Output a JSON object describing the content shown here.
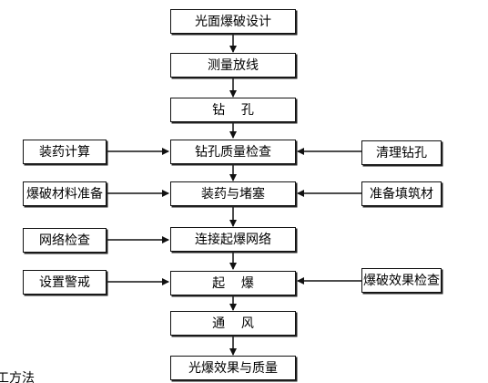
{
  "main_steps": [
    "光面爆破设计",
    "测量放线",
    "钻    孔",
    "钻孔质量检查",
    "装药与堵塞",
    "连接起爆网络",
    "起    爆",
    "通    风",
    "光爆效果与质量"
  ],
  "left_inputs": [
    "装药计算",
    "爆破材料准备",
    "网络检查",
    "设置警戒"
  ],
  "right_inputs": [
    "清理钻孔",
    "准备填筑材",
    "爆破效果检查"
  ],
  "footer_text": "工方法",
  "colors": {
    "line": "#111111",
    "box_border": "#111111",
    "background": "#ffffff"
  }
}
